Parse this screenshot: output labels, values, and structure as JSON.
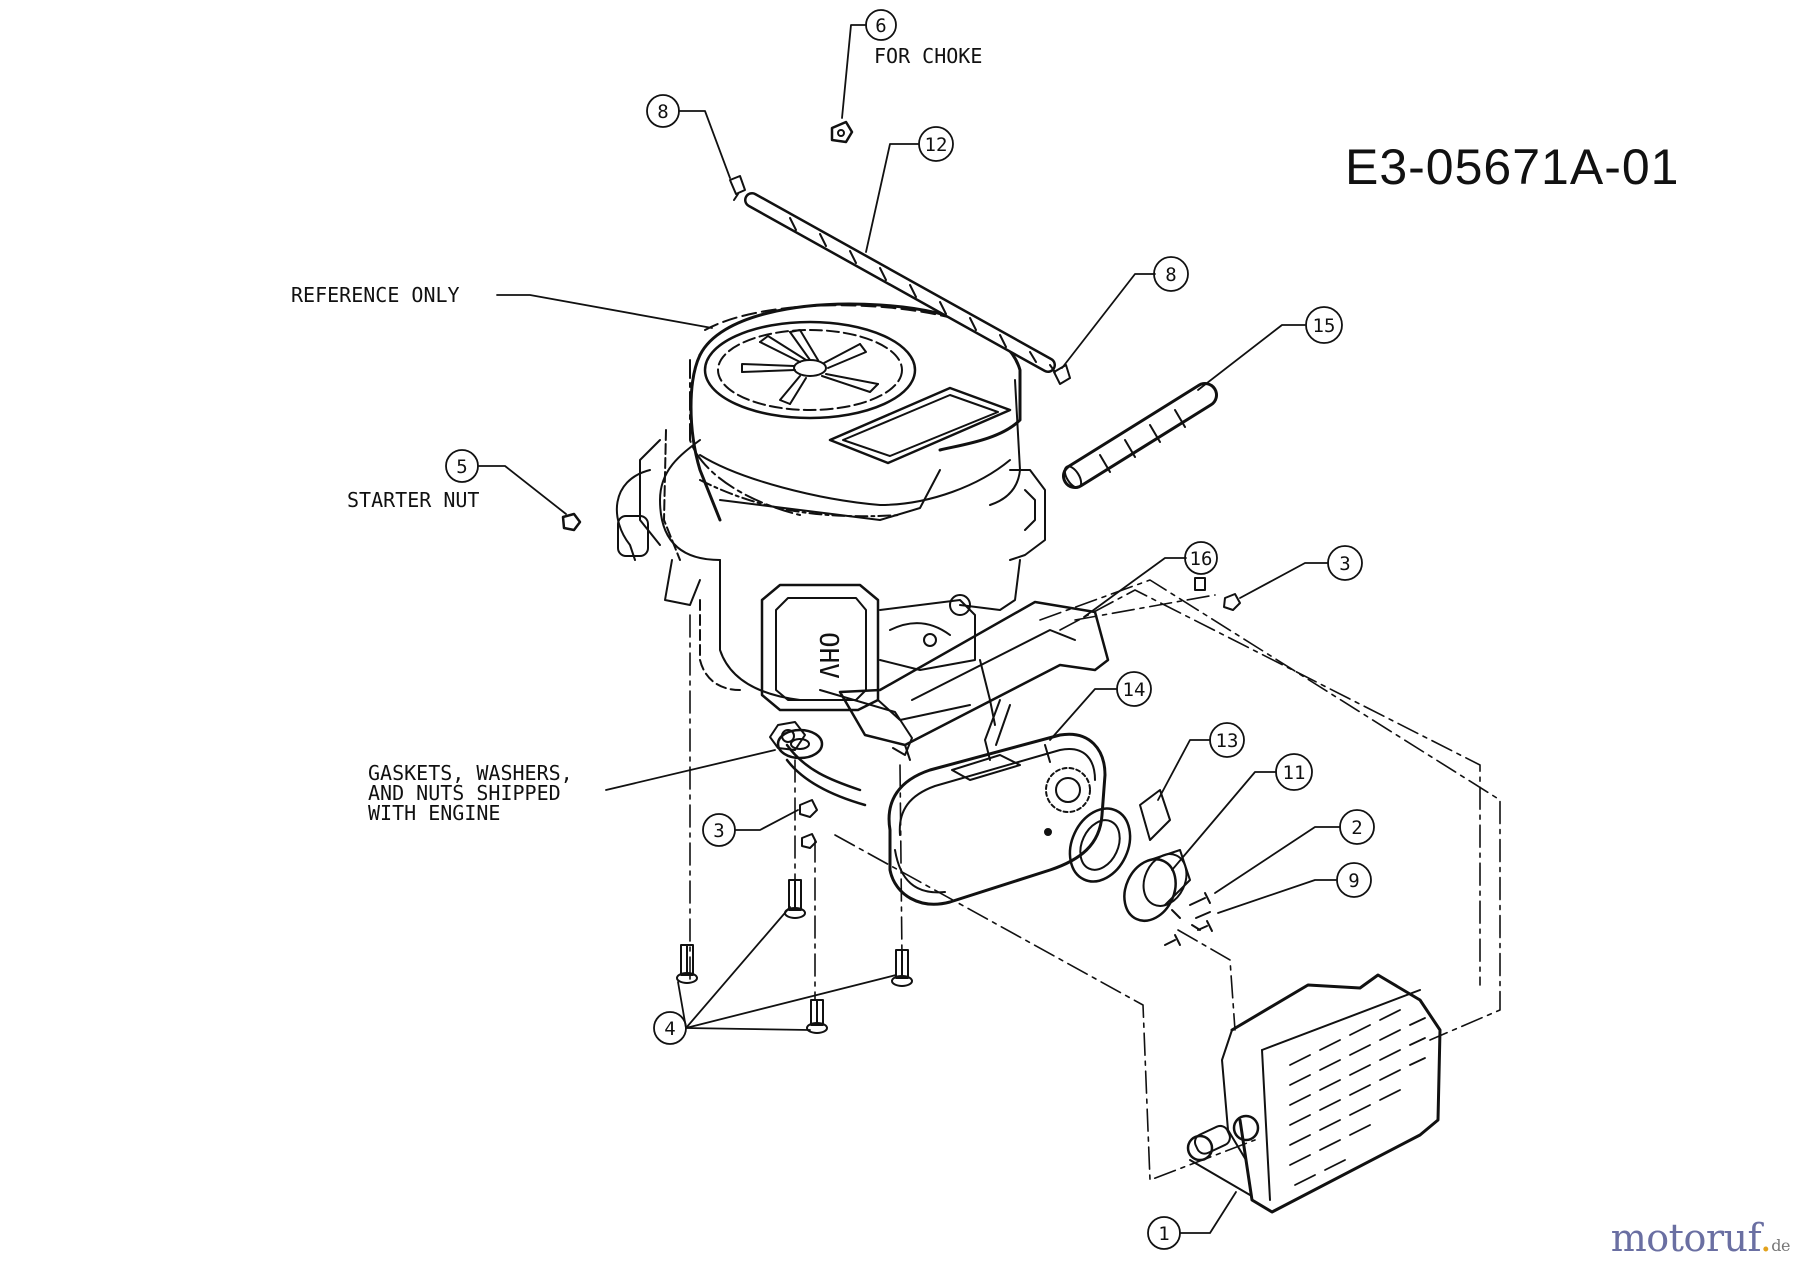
{
  "drawing_id": "E3-05671A-01",
  "callouts": [
    {
      "id": "c1",
      "number": "1"
    },
    {
      "id": "c2",
      "number": "2"
    },
    {
      "id": "c3a",
      "number": "3"
    },
    {
      "id": "c3b",
      "number": "3"
    },
    {
      "id": "c4",
      "number": "4"
    },
    {
      "id": "c5",
      "number": "5"
    },
    {
      "id": "c6",
      "number": "6"
    },
    {
      "id": "c8a",
      "number": "8"
    },
    {
      "id": "c8b",
      "number": "8"
    },
    {
      "id": "c9",
      "number": "9"
    },
    {
      "id": "c11",
      "number": "11"
    },
    {
      "id": "c12",
      "number": "12"
    },
    {
      "id": "c13",
      "number": "13"
    },
    {
      "id": "c14",
      "number": "14"
    },
    {
      "id": "c15",
      "number": "15"
    },
    {
      "id": "c16",
      "number": "16"
    }
  ],
  "labels": {
    "for_choke": "FOR CHOKE",
    "reference_only": "REFERENCE ONLY",
    "starter_nut": "STARTER NUT",
    "gaskets_1": "GASKETS, WASHERS,",
    "gaskets_2": "AND NUTS SHIPPED",
    "gaskets_3": "WITH ENGINE",
    "ohv": "OHV"
  },
  "watermark": {
    "main": "motoruf",
    "dot": ".",
    "tld": "de"
  }
}
